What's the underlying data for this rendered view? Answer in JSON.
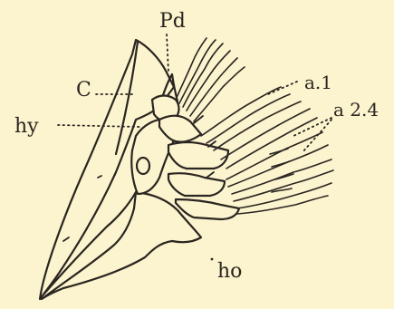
{
  "labels": {
    "pd": "Pd",
    "c": "C",
    "hy": "hy",
    "a1": "a.1",
    "a24": "a 2.4",
    "ho": "ho"
  }
}
